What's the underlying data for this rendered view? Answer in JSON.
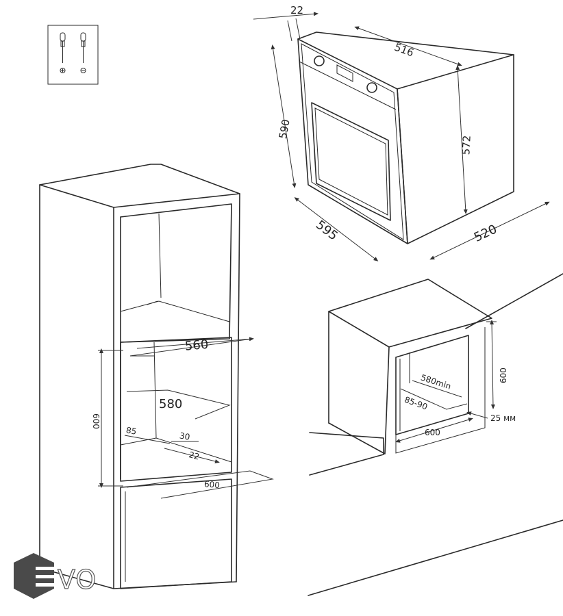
{
  "oven_dimensions": {
    "panel_thickness": "22",
    "depth_top": "516",
    "height_front": "590",
    "height_side": "572",
    "width": "595",
    "depth_bottom": "520"
  },
  "column_cabinet": {
    "niche_width": "560",
    "niche_depth": "580",
    "niche_height": "600",
    "gap_left": "85",
    "gap_right": "30",
    "offset": "22",
    "base_width": "600"
  },
  "wall_cabinet": {
    "niche_depth": "580min",
    "niche_height": "600",
    "vent_gap": "85-90",
    "edge_offset": "25 мм",
    "niche_width": "600"
  },
  "logo": {
    "text": "VO"
  },
  "colors": {
    "line": "#2a2a2a",
    "logo_hex": "#4a4a4a"
  },
  "icons": [
    "screwdriver-icon",
    "screwdriver-icon",
    "screw-icon",
    "screw-icon"
  ]
}
